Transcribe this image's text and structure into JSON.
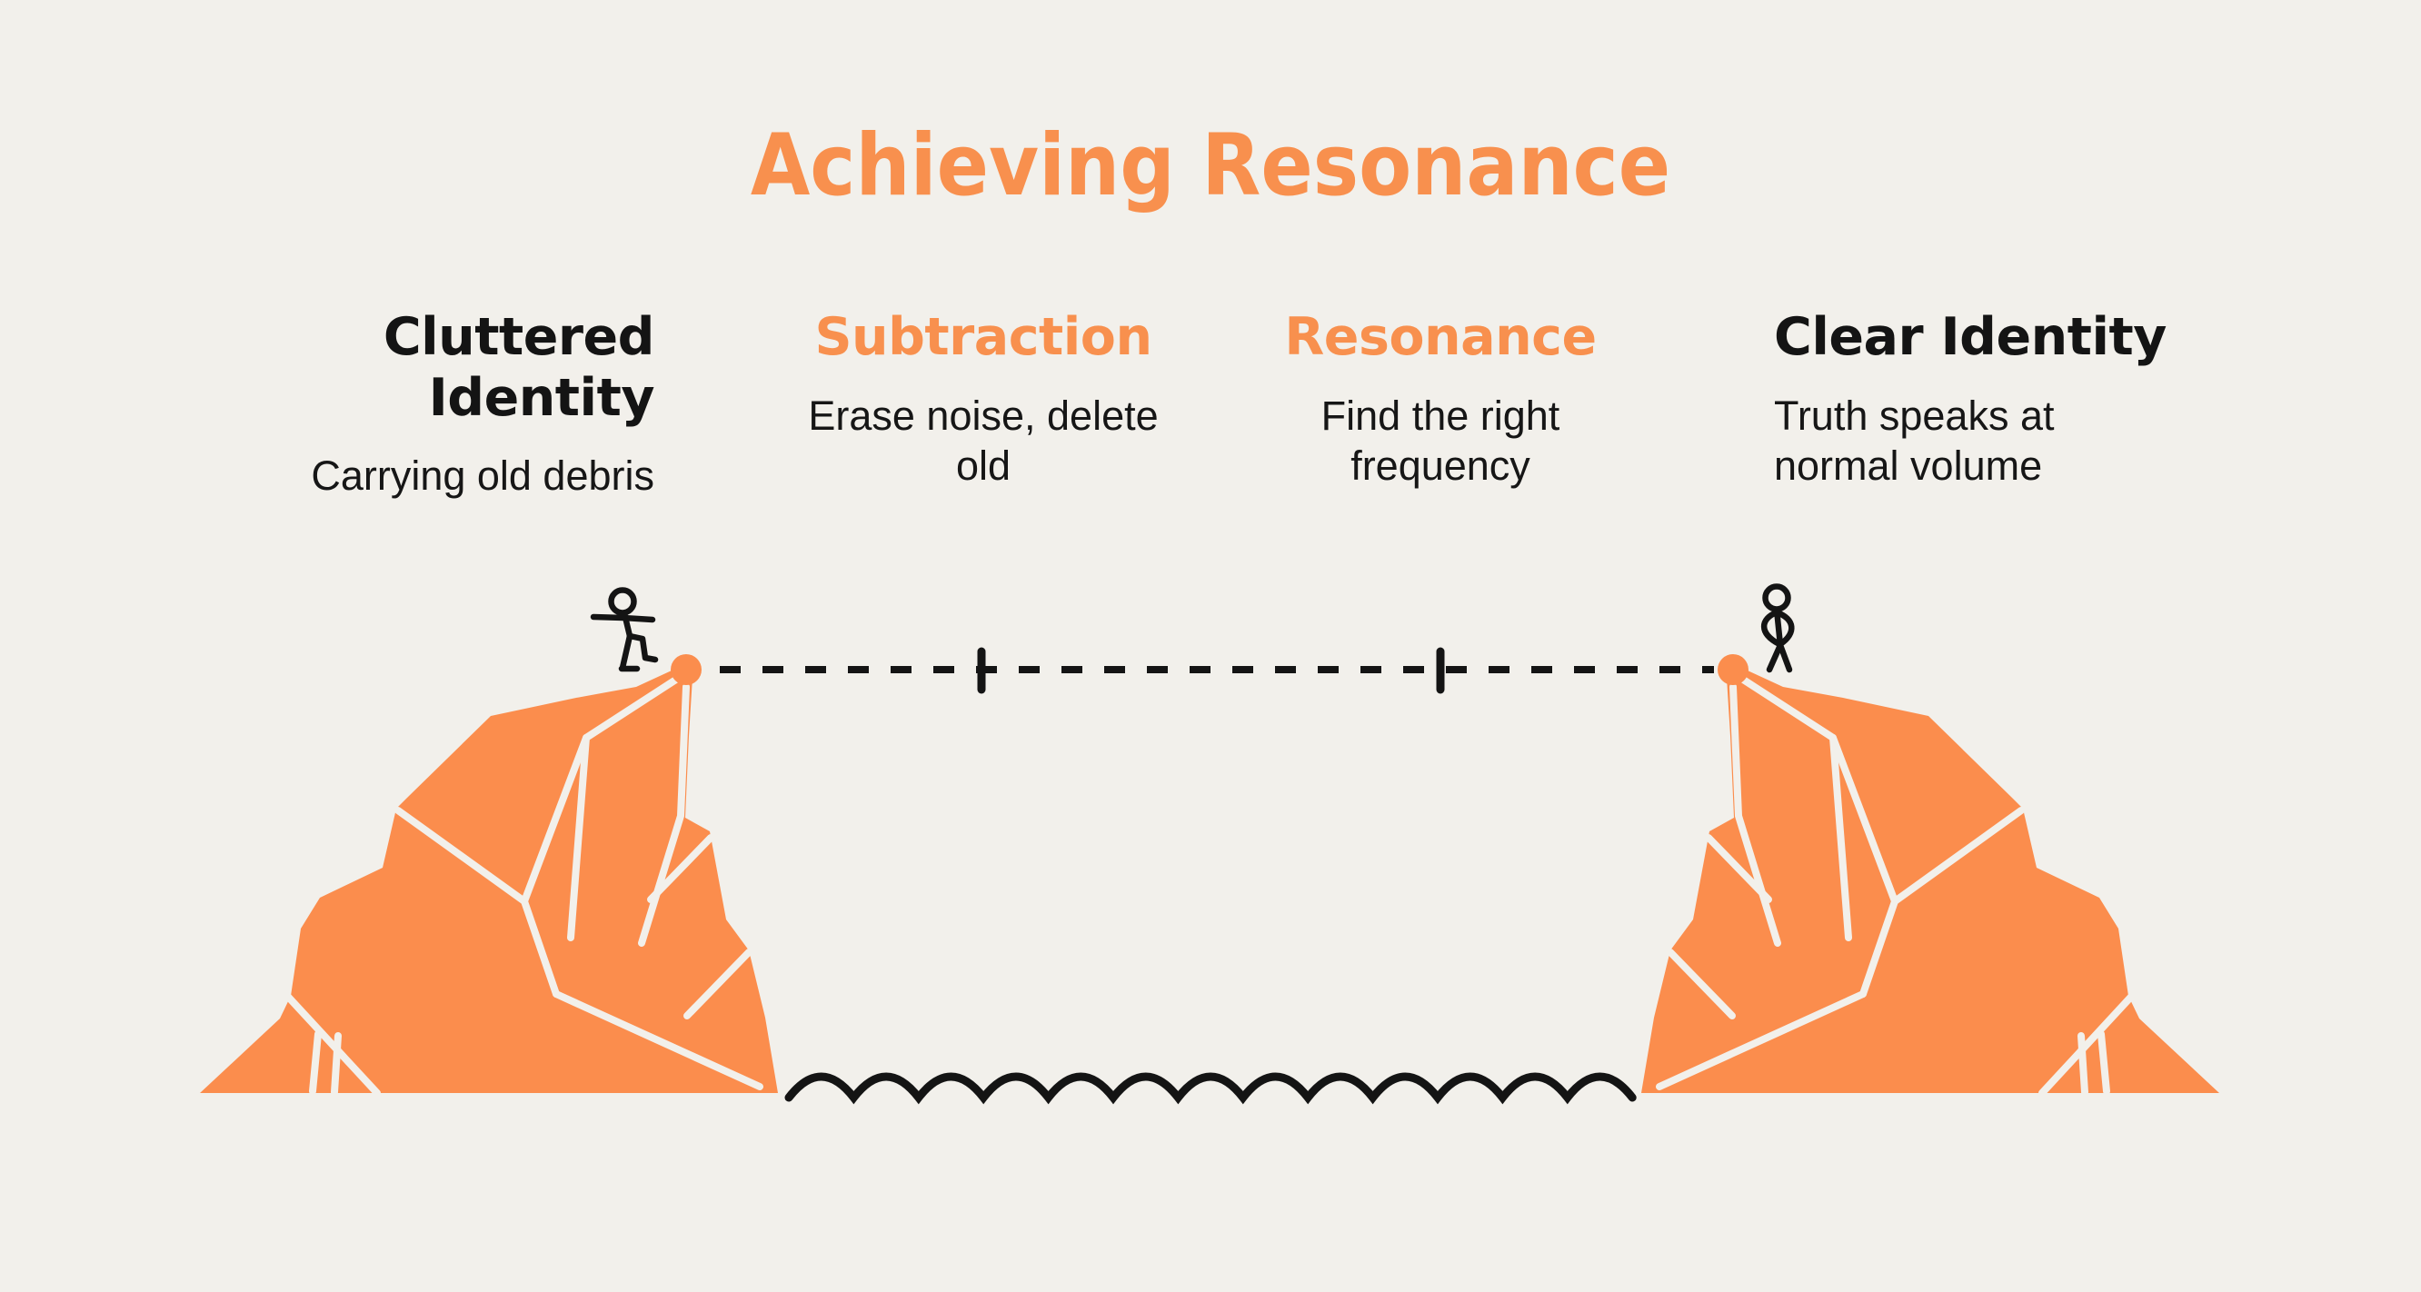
{
  "page": {
    "title": "Achieving Resonance"
  },
  "colors": {
    "background": "#F2F0EB",
    "accent": "#F8904E",
    "cliff": "#FB8D4D",
    "ink": "#141414"
  },
  "stages": [
    {
      "id": "cluttered-identity",
      "heading": "Cluttered\nIdentity",
      "description": "Carrying old debris",
      "accent_heading": false
    },
    {
      "id": "subtraction",
      "heading": "Subtraction",
      "description": "Erase noise, delete\nold",
      "accent_heading": true
    },
    {
      "id": "resonance",
      "heading": "Resonance",
      "description": "Find the right\nfrequency",
      "accent_heading": true
    },
    {
      "id": "clear-identity",
      "heading": "Clear Identity",
      "description": "Truth speaks at\nnormal volume",
      "accent_heading": false
    }
  ],
  "illustration": {
    "left_cliff": "cluttered-identity-cliff",
    "right_cliff": "clear-identity-cliff",
    "left_figure": "stick-figure-walking-icon",
    "right_figure": "stick-figure-standing-icon",
    "journey_line": "dashed-journey-line",
    "segment_dividers": 2,
    "start_marker": "orange-dot",
    "end_marker": "orange-dot",
    "water": "wavy-water-line"
  }
}
